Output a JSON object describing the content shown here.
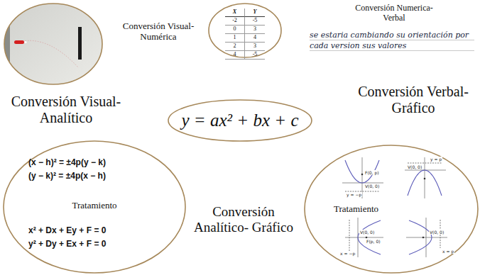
{
  "diagram": {
    "nodes": [
      {
        "text": [
          "X",
          "Y",
          "-2",
          "-5",
          "0",
          "3",
          "1",
          "4",
          "2",
          "3",
          "4",
          "-5"
        ]
      },
      {
        "text": [
          "y = ax² + bx + c"
        ]
      },
      {
        "text": [
          "(x − h)² = ±4p(y − k)",
          "(y − k)² = ±4p(x − h)",
          "Tratamiento",
          "x² + Dx + Ey + F = 0",
          "y² + Dy + Ex + F = 0"
        ]
      },
      {
        "text": [
          "Tratamiento"
        ]
      }
    ],
    "labels": [
      "Conversión Visual-Numérica",
      "Conversión Numerica-Verbal",
      "se estaria cambiando su orientación por cada version sus valores",
      "Conversión Visual-Analítico",
      "Conversión Verbal-Gráfico",
      "Conversión Analítico- Gráfico",
      "F(0, p)",
      "V(0, 0)",
      "y = −p",
      "y = p",
      "V(0, 0)",
      "V(0, 0)",
      "F(p, 0)",
      "x = −p",
      "V(0, 0)",
      "x = p"
    ]
  }
}
